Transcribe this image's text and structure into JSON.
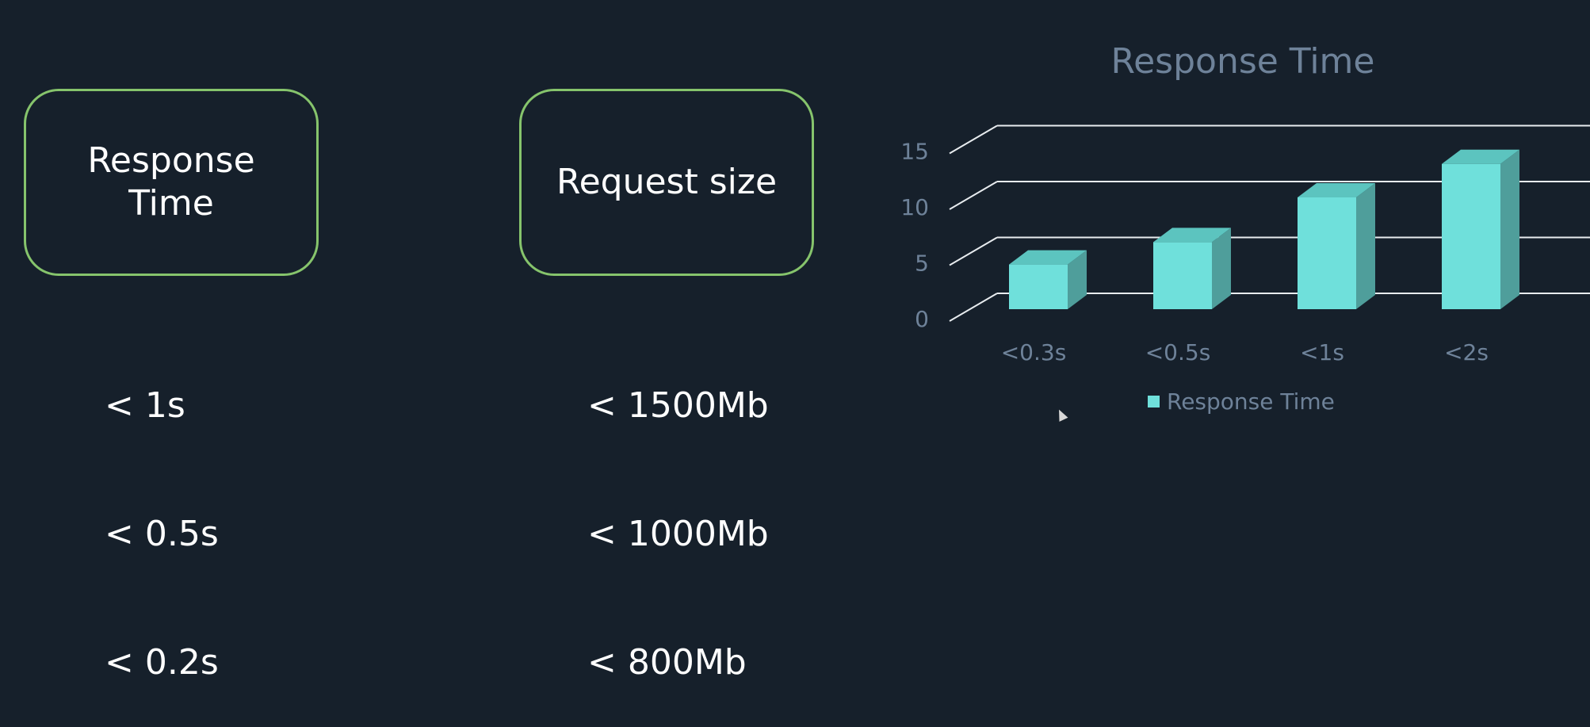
{
  "cards": {
    "response_time": {
      "title": "Response\nTime",
      "items": [
        "< 1s",
        "< 0.5s",
        "< 0.2s"
      ]
    },
    "request_size": {
      "title": "Request size",
      "items": [
        "< 1500Mb",
        "< 1000Mb",
        "< 800Mb"
      ]
    }
  },
  "chart_data": {
    "type": "bar",
    "title": "Response Time",
    "categories": [
      "<0.3s",
      "<0.5s",
      "<1s",
      "<2s"
    ],
    "series": [
      {
        "name": "Response Time",
        "values": [
          4,
          6,
          10,
          13
        ]
      }
    ],
    "ylim": [
      0,
      15
    ],
    "yticks": [
      "0",
      "5",
      "10",
      "15"
    ],
    "legend": "bottom",
    "grid": true,
    "three_d": true,
    "colors": {
      "bar_front": "#6fe0db",
      "bar_side": "#4f9e9b",
      "bar_top": "#5cc4bf",
      "text": "#6e8299",
      "grid": "#e8ecef",
      "background": "#16202b"
    }
  }
}
